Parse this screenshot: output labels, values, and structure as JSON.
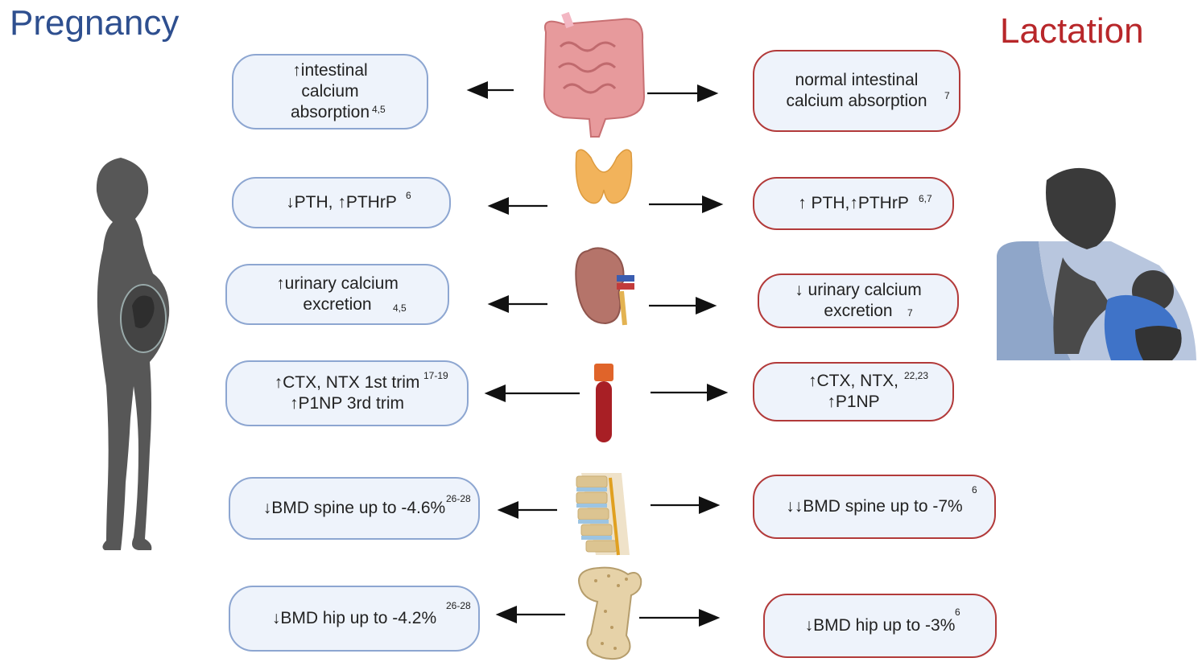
{
  "titles": {
    "pregnancy": "Pregnancy",
    "lactation": "Lactation"
  },
  "rows": [
    {
      "organ": "intestine-icon",
      "left": {
        "lines": [
          "↑intestinal",
          "calcium",
          "absorption"
        ],
        "ref": "4,5"
      },
      "right": {
        "lines": [
          "normal intestinal",
          "calcium  absorption"
        ],
        "ref": "7"
      }
    },
    {
      "organ": "thyroid-icon",
      "left": {
        "lines": [
          "↓PTH, ↑PTHrP"
        ],
        "ref": "6"
      },
      "right": {
        "lines": [
          "↑ PTH,↑PTHrP"
        ],
        "ref": "6,7"
      }
    },
    {
      "organ": "kidney-icon",
      "left": {
        "lines": [
          "↑urinary calcium",
          "excretion"
        ],
        "ref": "4,5"
      },
      "right": {
        "lines": [
          "↓ urinary calcium",
          "excretion"
        ],
        "ref": "7"
      }
    },
    {
      "organ": "blood-tube-icon",
      "left": {
        "lines": [
          "↑CTX, NTX 1st trim",
          "↑P1NP  3rd trim"
        ],
        "ref": "17-19"
      },
      "right": {
        "lines": [
          "↑CTX, NTX,",
          "↑P1NP"
        ],
        "ref": "22,23"
      }
    },
    {
      "organ": "spine-icon",
      "left": {
        "lines": [
          "↓BMD spine up to -4.6%"
        ],
        "ref": "26-28"
      },
      "right": {
        "lines": [
          "↓↓BMD spine up to -7%"
        ],
        "ref": "6"
      }
    },
    {
      "organ": "femur-icon",
      "left": {
        "lines": [
          "↓BMD  hip up to -4.2%"
        ],
        "ref": "26-28"
      },
      "right": {
        "lines": [
          "↓BMD hip up to  -3%"
        ],
        "ref": "6"
      }
    }
  ],
  "figures": {
    "left": "pregnant-woman-silhouette",
    "right": "breastfeeding-mother-icon"
  },
  "colors": {
    "pregnancy": "#2e4f8f",
    "lactation": "#b8272a",
    "box_fill": "#eef3fb",
    "blue_border": "#8da6d1",
    "red_border": "#b23a3a"
  }
}
